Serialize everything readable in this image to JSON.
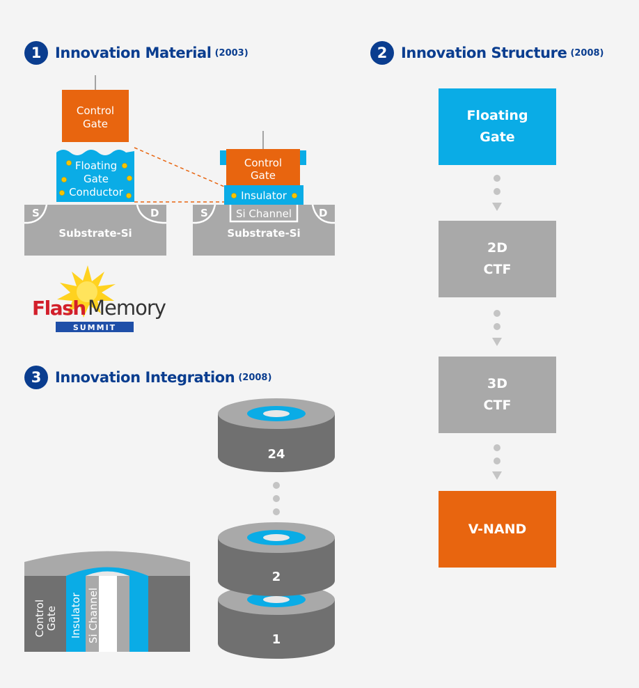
{
  "section1": {
    "number": "1",
    "title": "Innovation Material",
    "year": "(2003)"
  },
  "section2": {
    "number": "2",
    "title": "Innovation Structure",
    "year": "(2008)"
  },
  "section3": {
    "number": "3",
    "title": "Innovation Integration",
    "year": "(2008)"
  },
  "diagram_left": {
    "control_gate": [
      "Control",
      "Gate"
    ],
    "floating_gate": [
      "Floating",
      "Gate",
      "Conductor"
    ],
    "source": "S",
    "drain": "D",
    "substrate": "Substrate-Si"
  },
  "diagram_right": {
    "control_gate": [
      "Control",
      "Gate"
    ],
    "insulator": "Insulator",
    "channel": "Si Channel",
    "source": "S",
    "drain": "D",
    "substrate": "Substrate-Si"
  },
  "logo": {
    "word1": "Flash",
    "word2": "Memory",
    "word3": "SUMMIT"
  },
  "flow": [
    {
      "lines": [
        "Floating",
        "Gate"
      ],
      "color": "#0aace6"
    },
    {
      "lines": [
        "2D",
        "CTF"
      ],
      "color": "#a9a9a9"
    },
    {
      "lines": [
        "3D",
        "CTF"
      ],
      "color": "#a9a9a9"
    },
    {
      "lines": [
        "V-NAND"
      ],
      "color": "#e8650f"
    }
  ],
  "cross_section": {
    "control_gate": [
      "Control",
      "Gate"
    ],
    "insulator": "Insulator",
    "channel": "Si Channel"
  },
  "layers": {
    "top": "24",
    "middle": "2",
    "bottom": "1"
  },
  "colors": {
    "navy": "#0a3d8f",
    "orange": "#e8650f",
    "blue": "#0aace6",
    "gray": "#a9a9a9",
    "dark_gray": "#707070"
  }
}
